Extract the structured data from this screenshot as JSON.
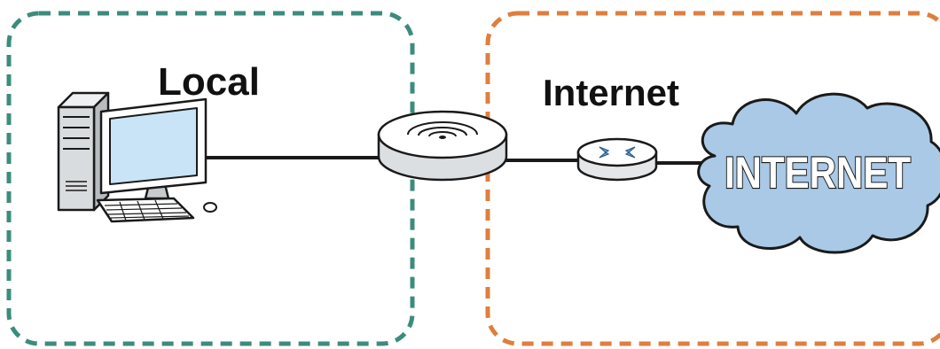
{
  "diagram": {
    "local_zone": {
      "label": "Local",
      "border_color": "#3c8c7c"
    },
    "internet_zone": {
      "label": "Internet",
      "border_color": "#de7f3e"
    },
    "cloud": {
      "label": "INTERNET",
      "fill_color": "#a9c9e6"
    },
    "nodes": [
      {
        "name": "computer",
        "icon": "desktop-computer-icon"
      },
      {
        "name": "wireless-router",
        "icon": "wireless-access-point-icon"
      },
      {
        "name": "isp-router",
        "icon": "router-icon"
      },
      {
        "name": "internet-cloud",
        "icon": "cloud-icon"
      }
    ],
    "links": [
      {
        "from": "computer",
        "to": "wireless-router"
      },
      {
        "from": "wireless-router",
        "to": "isp-router"
      },
      {
        "from": "isp-router",
        "to": "internet-cloud"
      }
    ]
  }
}
